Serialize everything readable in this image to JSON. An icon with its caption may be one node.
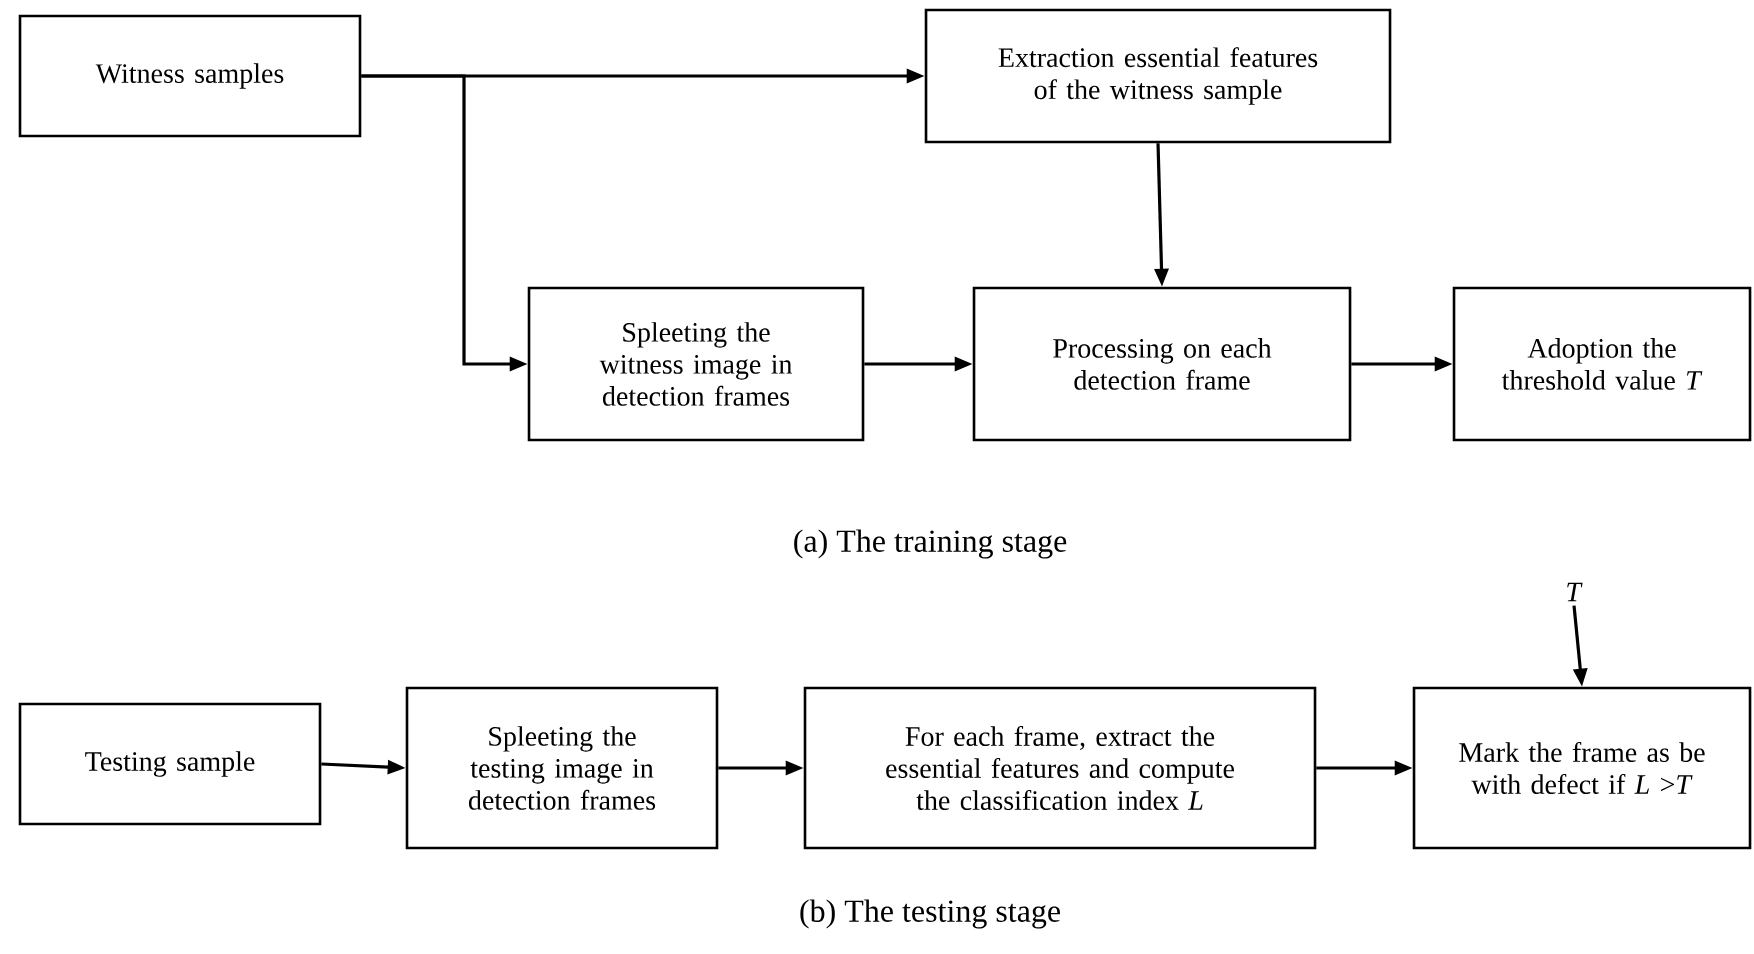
{
  "diagram": {
    "nodes": [
      {
        "text": [
          "Witness samples"
        ]
      },
      {
        "text": [
          "Extraction essential features of the witness sample"
        ]
      },
      {
        "text": [
          "Spleeting the witness image in detection frames"
        ]
      },
      {
        "text": [
          "Processing on each detection frame"
        ]
      },
      {
        "text": [
          "Adoption the threshold value *T*"
        ]
      },
      {
        "text": [
          "Testing sample"
        ]
      },
      {
        "text": [
          "Spleeting the testing image in detection frames"
        ]
      },
      {
        "text": [
          "For each frame, extract the essential features and compute the classification index *L*"
        ]
      },
      {
        "text": [
          "Mark the frame as be with defect if *L* >*T*"
        ]
      },
      {
        "text": [
          "*T*"
        ]
      }
    ],
    "edges": [
      {
        "from": 0,
        "to": 1,
        "arrow": "to"
      },
      {
        "from": 0,
        "to": 2,
        "arrow": "to"
      },
      {
        "from": 1,
        "to": 3,
        "arrow": "to"
      },
      {
        "from": 2,
        "to": 3,
        "arrow": "to"
      },
      {
        "from": 3,
        "to": 4,
        "arrow": "to"
      },
      {
        "from": 5,
        "to": 6,
        "arrow": "to"
      },
      {
        "from": 6,
        "to": 7,
        "arrow": "to"
      },
      {
        "from": 7,
        "to": 8,
        "arrow": "to"
      },
      {
        "from": 9,
        "to": 8,
        "arrow": "to"
      }
    ],
    "labels": [
      "(a) The training stage",
      "(b) The testing stage"
    ]
  }
}
